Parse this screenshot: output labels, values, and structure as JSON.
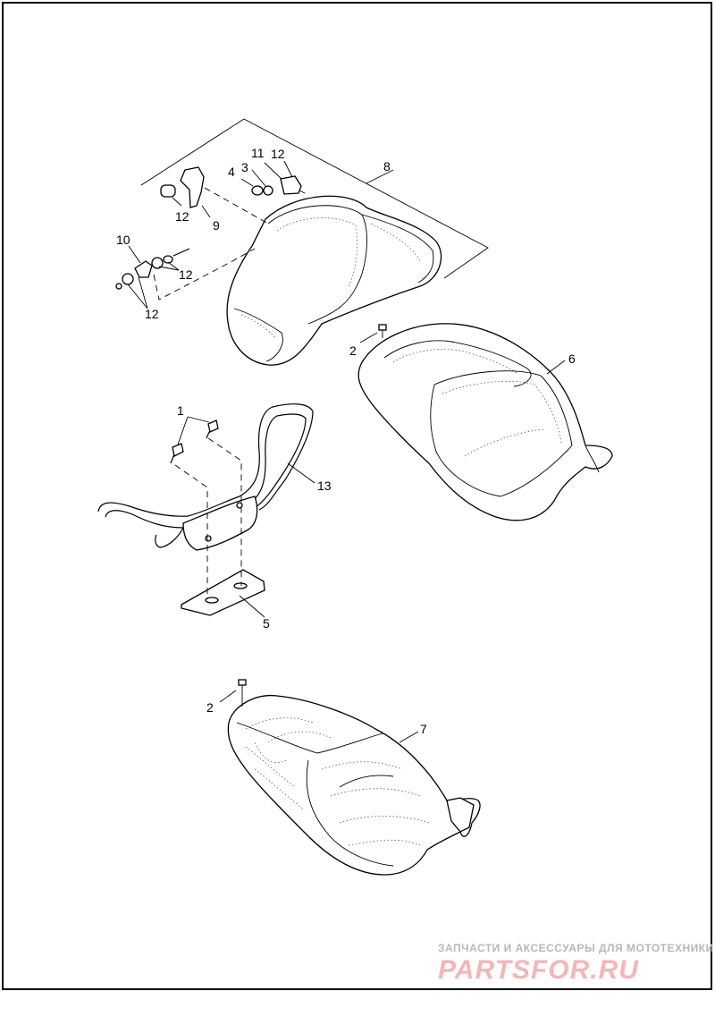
{
  "diagram": {
    "callouts": {
      "c1": "1",
      "c2a": "2",
      "c2b": "2",
      "c3": "3",
      "c4": "4",
      "c5": "5",
      "c6": "6",
      "c7": "7",
      "c8": "8",
      "c9": "9",
      "c10": "10",
      "c11": "11",
      "c12a": "12",
      "c12b": "12",
      "c12c": "12",
      "c12d": "12",
      "c13": "13"
    }
  },
  "watermark": {
    "tagline": "ЗАПЧАСТИ И АКСЕССУАРЫ ДЛЯ МОТОТЕХНИКИ",
    "brand": "PARTSFOR.RU"
  },
  "colors": {
    "line": "#000000",
    "watermark_brand": "#f4b6b8",
    "watermark_tagline": "#b8b8b8"
  }
}
